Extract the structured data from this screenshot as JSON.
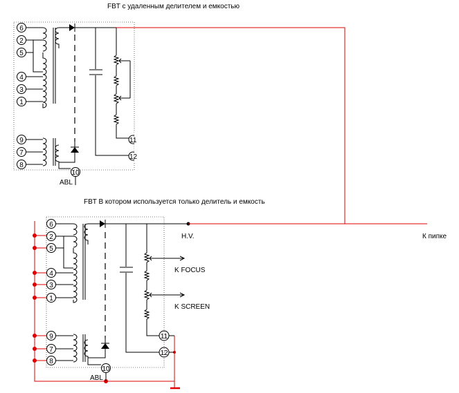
{
  "top_schematic": {
    "title": "FBT  с удаленным делителем и емкостью",
    "pins_left": [
      "6",
      "2",
      "5",
      "4",
      "3",
      "1",
      "9",
      "7",
      "8"
    ],
    "pins_right": [
      "11",
      "12"
    ],
    "pin_bottom": "10",
    "abl_label": "ABL"
  },
  "bottom_schematic": {
    "title": "FBT В котором используется только делитель и емкость",
    "pins_left": [
      "6",
      "2",
      "5",
      "4",
      "3",
      "1",
      "9",
      "7",
      "8"
    ],
    "pins_right": [
      "11",
      "12"
    ],
    "pin_bottom": "10",
    "abl_label": "ABL",
    "hv_label": "H.V.",
    "focus_label": "K  FOCUS",
    "screen_label": "K  SCREEN",
    "kinescope_label": "К  пипке"
  },
  "colors": {
    "wire": "#000000",
    "highlight_wire": "#e00000",
    "junction": "#e00000"
  }
}
